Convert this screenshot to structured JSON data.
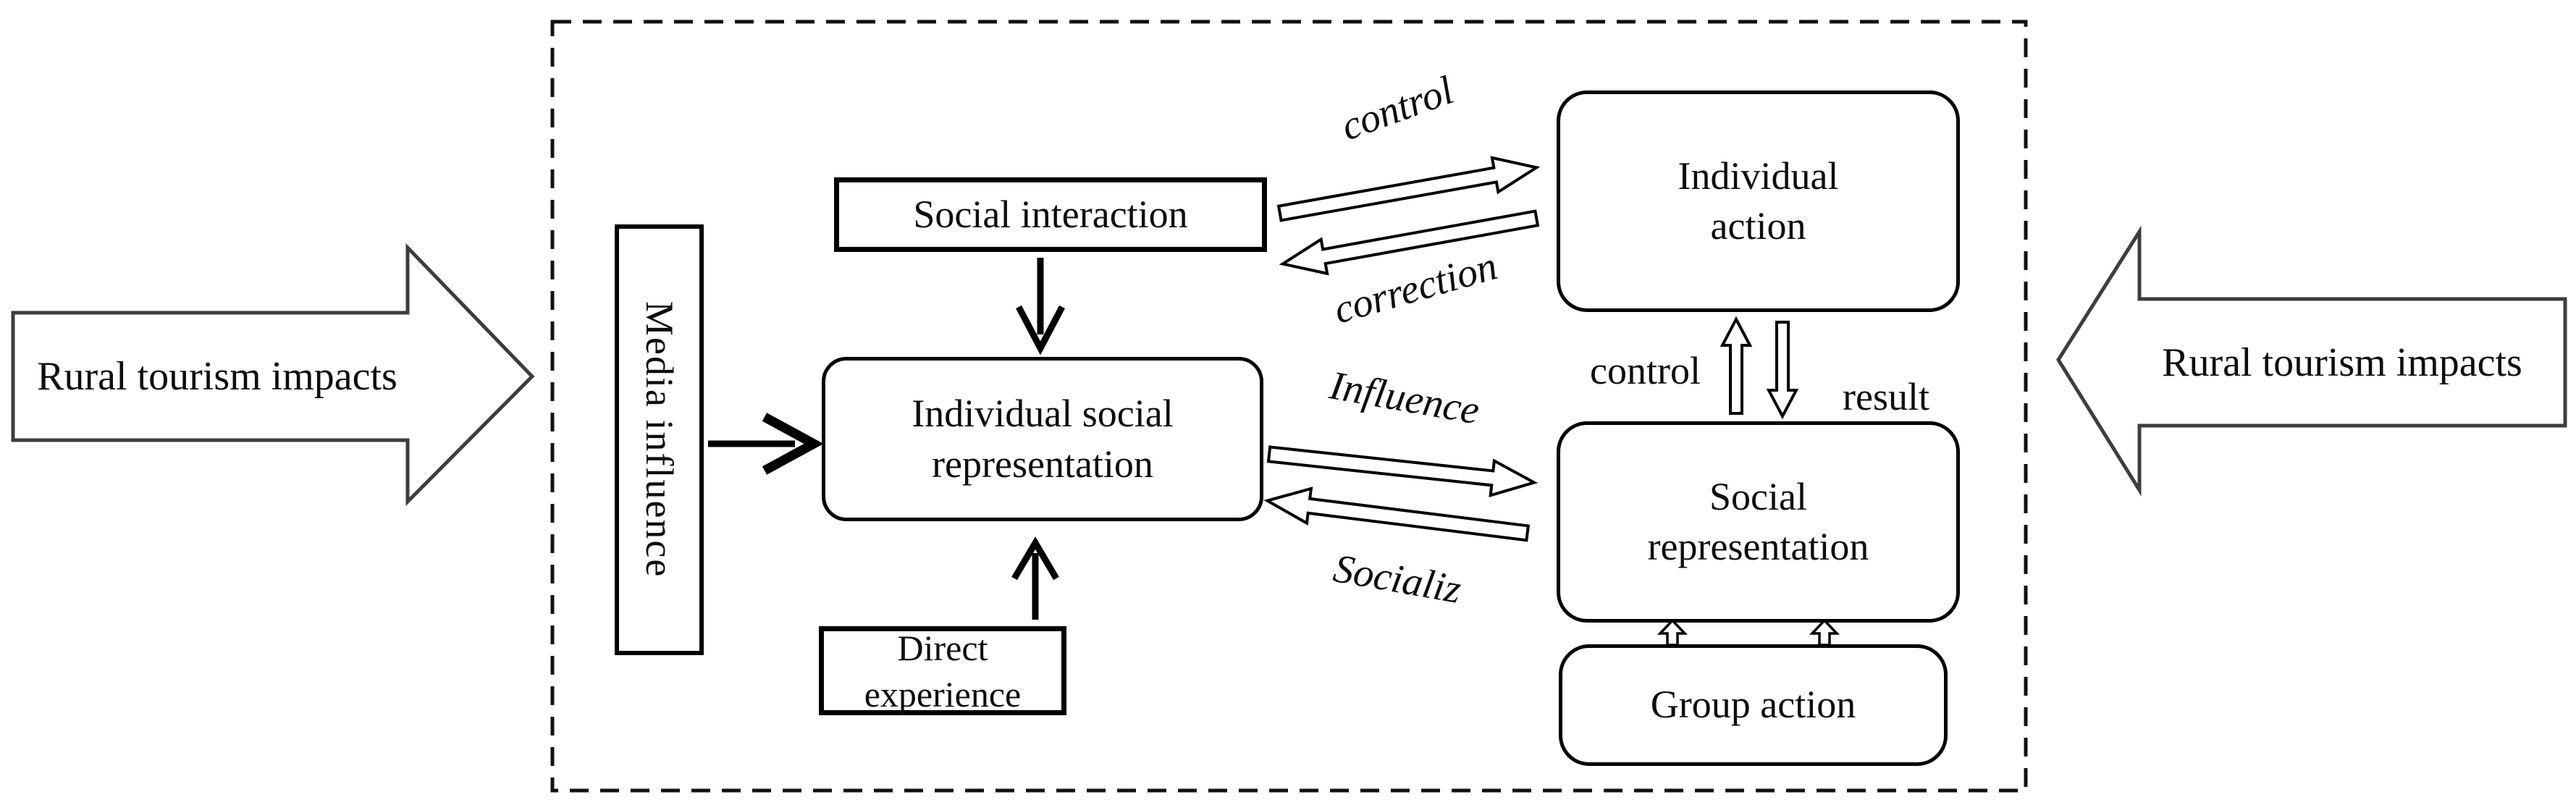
{
  "diagram": {
    "banner_left": "Rural tourism impacts",
    "banner_right": "Rural tourism impacts",
    "nodes": {
      "media_influence": "Media influence",
      "social_interaction": "Social interaction",
      "individual_social_representation": {
        "line1": "Individual social",
        "line2": "representation"
      },
      "direct_experience": "Direct experience",
      "individual_action": {
        "line1": "Individual",
        "line2": "action"
      },
      "social_representation": {
        "line1": "Social",
        "line2": "representation"
      },
      "group_action": "Group action"
    },
    "edge_labels": {
      "control_top": "control",
      "correction": "correction",
      "influence": "Influence",
      "socializ": "Socializ",
      "control_mid": "control",
      "result": "result"
    },
    "colors": {
      "ink": "#0d0d0d",
      "banner_outline": "#3d3d3d",
      "background": "#ffffff"
    }
  }
}
